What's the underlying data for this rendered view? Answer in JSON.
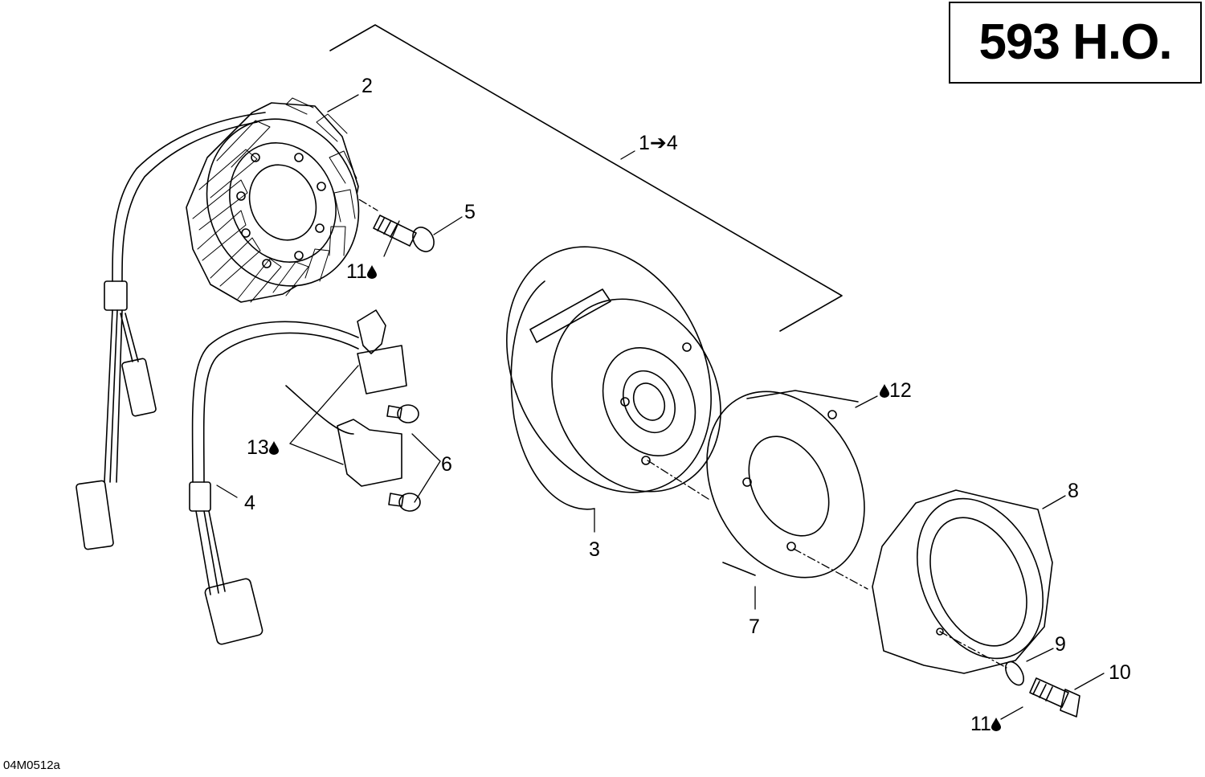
{
  "title": "593 H.O.",
  "figure_id": "04M0512a",
  "callouts": {
    "c2": "2",
    "c1to4": "1➔4",
    "c5": "5",
    "c11a": "11",
    "c13": "13",
    "c6": "6",
    "c4": "4",
    "c3": "3",
    "c12": "12",
    "c7": "7",
    "c8": "8",
    "c9": "9",
    "c10": "10",
    "c11b": "11"
  },
  "icons": {
    "lubricant": "oil-drop-icon"
  }
}
